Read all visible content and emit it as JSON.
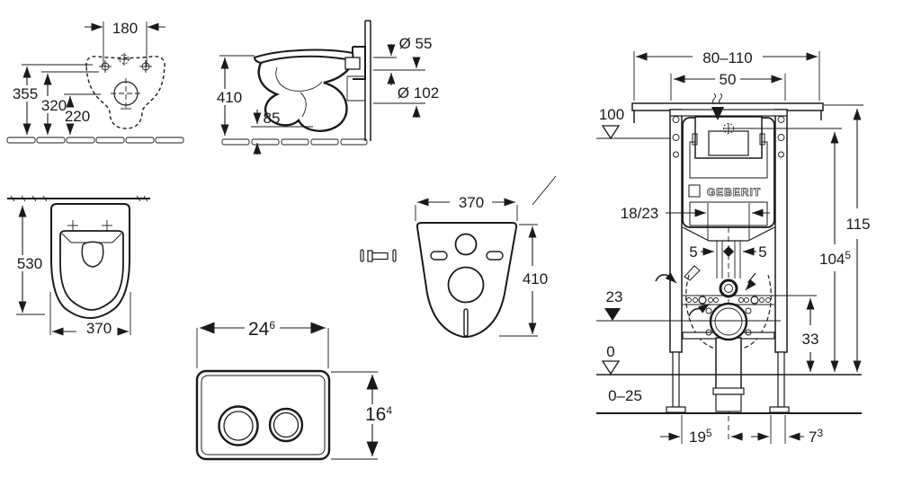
{
  "colors": {
    "line": "#1a1a1a",
    "background": "#ffffff"
  },
  "figures": {
    "rear_view": {
      "bolt_spacing": "180",
      "height_rim": "355",
      "height_mid": "320",
      "height_low": "220"
    },
    "side_view": {
      "height": "410",
      "clearance": "85",
      "inlet_diameter": "Ø 55",
      "outlet_diameter": "Ø 102"
    },
    "top_view": {
      "depth": "530",
      "width": "370"
    },
    "flush_plate": {
      "width": "24",
      "width_sup": "6",
      "height": "16",
      "height_sup": "4"
    },
    "gasket": {
      "width": "370",
      "height": "410"
    },
    "frame": {
      "brand": "GEBERIT",
      "rail_width": "80–110",
      "hanger_width": "50",
      "level_mark": "100",
      "inlet_offset": "18/23",
      "offset_left": "5",
      "offset_right": "5",
      "height_total": "115",
      "height_plate": "104",
      "height_plate_sup": "5",
      "outlet_height": "23",
      "fixing_height": "33",
      "floor_level": "0",
      "floor_range": "0–25",
      "foot_offset": "19",
      "foot_offset_sup": "5",
      "foot_depth": "7",
      "foot_depth_sup": "3"
    }
  }
}
